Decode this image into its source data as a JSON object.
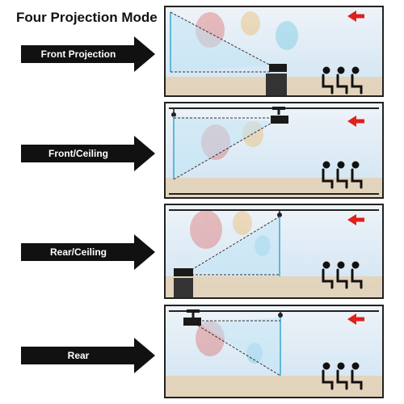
{
  "title": "Four Projection Mode",
  "colors": {
    "arrow_bg": "#111111",
    "indicator_arrow": "#e0201a",
    "screen_line": "#5fb8d8",
    "sky_top": "#eef3f8",
    "sky_bottom": "#cfe4f3",
    "ground": "#e6cfae",
    "projector": "#1a1a1a"
  },
  "modes": [
    {
      "id": "front",
      "label": "Front Projection",
      "icon": "projector-icon"
    },
    {
      "id": "front-ceiling",
      "label": "Front/Ceiling",
      "icon": "ceiling-projector-icon"
    },
    {
      "id": "rear-ceiling",
      "label": "Rear/Ceiling",
      "icon": "projector-icon"
    },
    {
      "id": "rear",
      "label": "Rear",
      "icon": "ceiling-projector-icon"
    }
  ],
  "icons": [
    "red-arrow-icon",
    "audience-seats-icon",
    "hot-air-balloon-icon",
    "projection-screen-icon"
  ]
}
